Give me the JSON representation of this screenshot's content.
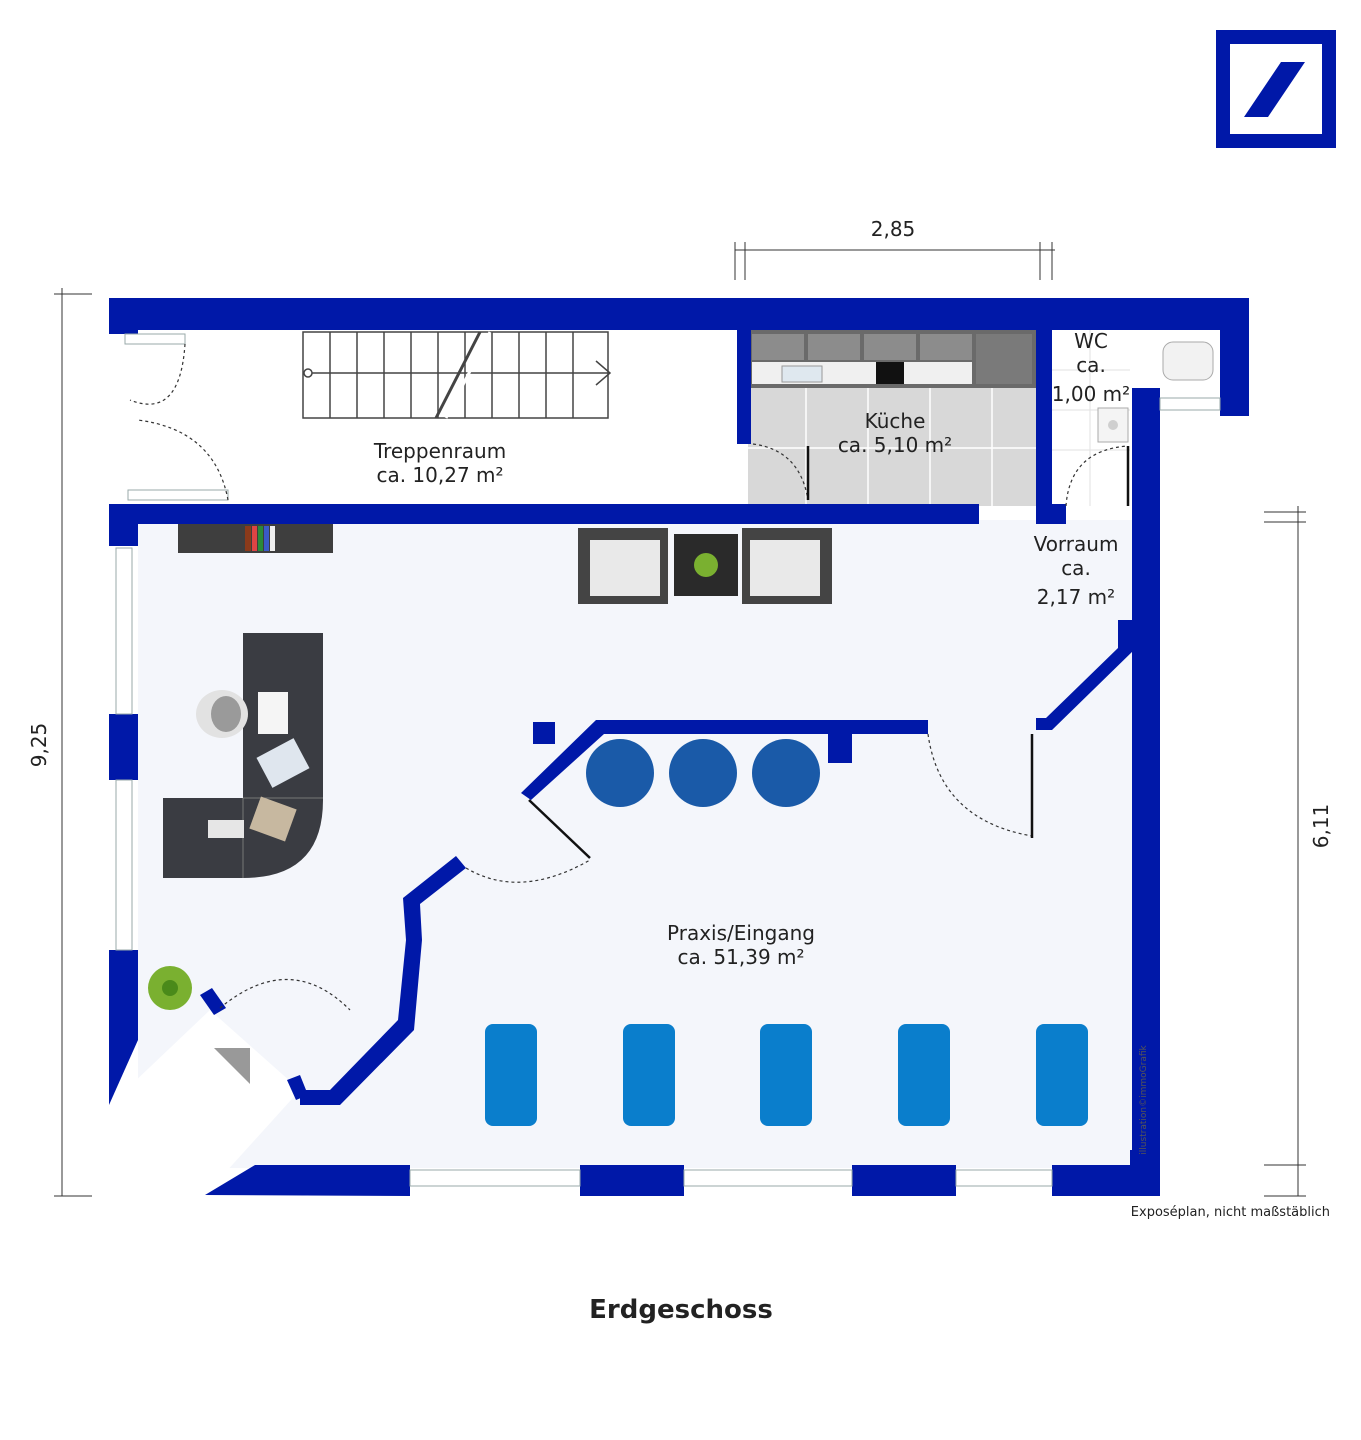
{
  "brand": {
    "logo": "deutsche-bank-logo",
    "color": "#0018A8"
  },
  "floor_title": "Erdgeschoss",
  "disclaimer": "Exposéplan, nicht maßstäblich",
  "credit": "illustration©immoGrafik",
  "dimensions": {
    "top": "2,85",
    "left": "9,25",
    "right": "6,11"
  },
  "rooms": {
    "treppenraum": {
      "name": "Treppenraum",
      "area": "ca. 10,27 m²"
    },
    "kueche": {
      "name": "Küche",
      "area": "ca. 5,10 m²"
    },
    "wc": {
      "name": "WC",
      "ca": "ca.",
      "area": "1,00 m²"
    },
    "vorraum": {
      "name": "Vorraum",
      "ca": "ca.",
      "area": "2,17 m²"
    },
    "praxis": {
      "name": "Praxis/Eingang",
      "area": "ca. 51,39 m²"
    }
  },
  "colors": {
    "wall": "#0018A8",
    "floor": "#f4f6fb",
    "kitchen_floor": "#d6d6d6",
    "mat": "#0a7ecc",
    "stool": "#1a5aa8"
  }
}
